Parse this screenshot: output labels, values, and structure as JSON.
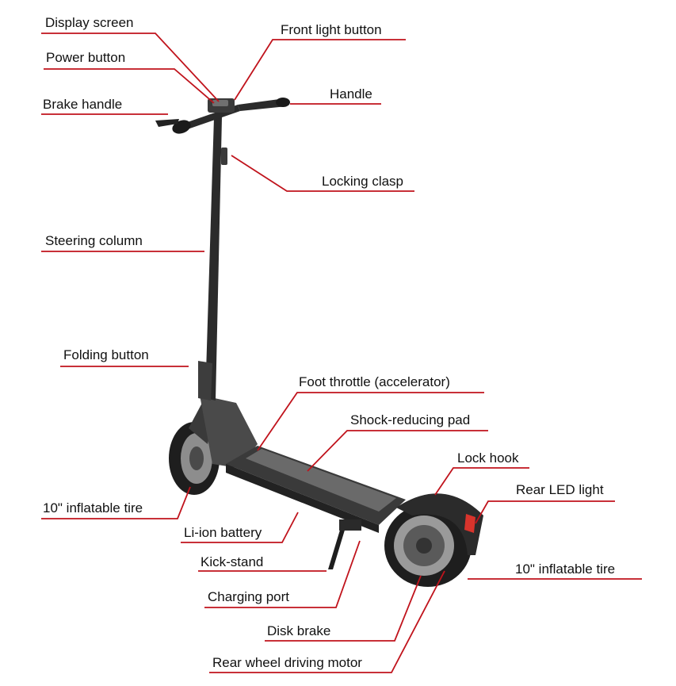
{
  "colors": {
    "leader": "#c0131c",
    "scooter_dark": "#2b2b2b",
    "scooter_mid": "#4a4a4a",
    "deck_grip": "#6a6a6a",
    "tire": "#1e1e1e",
    "rim": "#9a9a9a",
    "rear_light": "#d8342c"
  },
  "labels": {
    "display_screen": "Display screen",
    "front_light_button": "Front light button",
    "power_button": "Power button",
    "handle": "Handle",
    "brake_handle": "Brake handle",
    "locking_clasp": "Locking clasp",
    "steering_column": "Steering column",
    "folding_button": "Folding button",
    "foot_throttle": "Foot throttle (accelerator)",
    "shock_pad": "Shock-reducing pad",
    "lock_hook": "Lock hook",
    "rear_led_light": "Rear LED light",
    "front_tire": "10\" inflatable tire",
    "liion_battery": "Li-ion battery",
    "rear_tire": "10\" inflatable tire",
    "kick_stand": "Kick-stand",
    "charging_port": "Charging port",
    "disk_brake": "Disk brake",
    "rear_motor": "Rear wheel driving motor"
  }
}
